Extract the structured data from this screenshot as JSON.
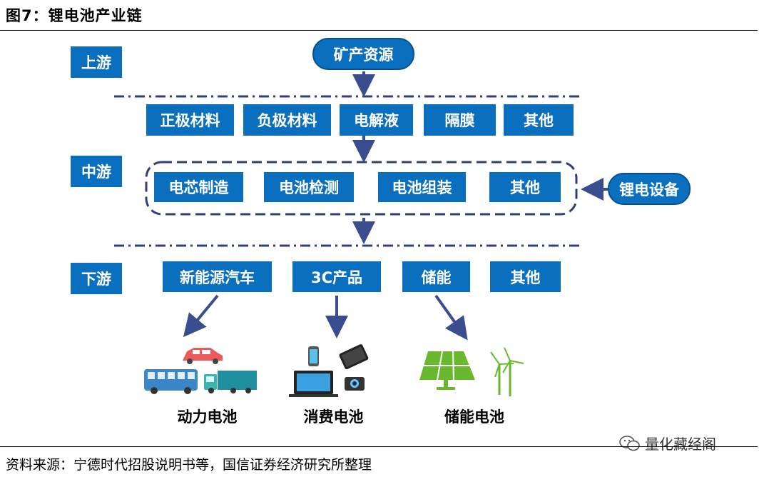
{
  "figure_title": "图7：锂电池产业链",
  "stages": {
    "upstream": "上游",
    "midstream": "中游",
    "downstream": "下游"
  },
  "resource": "矿产资源",
  "materials": [
    "正极材料",
    "负极材料",
    "电解液",
    "隔膜",
    "其他"
  ],
  "manufacturing": [
    "电芯制造",
    "电池检测",
    "电池组装",
    "其他"
  ],
  "equipment": "锂电设备",
  "applications": [
    "新能源汽车",
    "3C产品",
    "储能",
    "其他"
  ],
  "battery_types": [
    "动力电池",
    "消费电池",
    "储能电池"
  ],
  "source": "资料来源：宁德时代招股说明书等，国信证券经济研究所整理",
  "watermark": "量化藏经阁",
  "colors": {
    "box_blue": "#0b6fc0",
    "arrow_navy": "#3a4d8f",
    "dash_navy": "#2f3f7a",
    "icon_green": "#6ab82f"
  }
}
